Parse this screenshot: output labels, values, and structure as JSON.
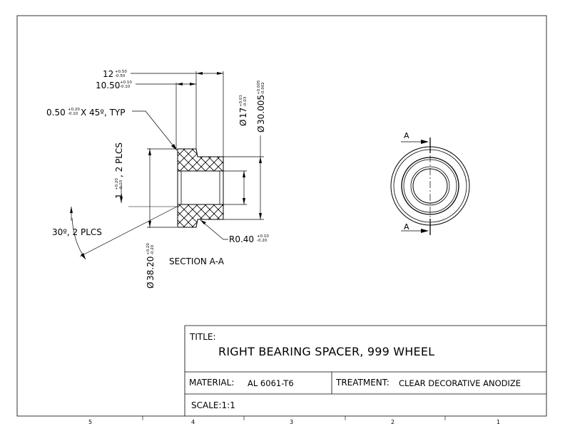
{
  "dims": {
    "len_12": "12",
    "len_12_tol_hi": "+0.50",
    "len_12_tol_lo": "-0.50",
    "len_1050": "10.50",
    "len_1050_tol_hi": "+0.10",
    "len_1050_tol_lo": "-0.10",
    "chamfer": "0.50",
    "chamfer_tol_hi": "+0.20",
    "chamfer_tol_lo": "-0.10",
    "chamfer_suffix": "X 45º, TYP",
    "step_1": "1",
    "step_1_tol_hi": "+0.20",
    "step_1_tol_lo": "-0.10",
    "step_1_suffix": ", 2 PLCS",
    "angle": "30º, 2 PLCS",
    "dia_17": "17",
    "dia_17_tol_hi": "+0.01",
    "dia_17_tol_lo": "-0.03",
    "dia_30": "30.005",
    "dia_30_tol_hi": "+0.005",
    "dia_30_tol_lo": "-0.002",
    "dia_3820": "38.20",
    "dia_3820_tol_hi": "+0.20",
    "dia_3820_tol_lo": "-0.20",
    "radius": "R0.40",
    "radius_tol_hi": "+0.10",
    "radius_tol_lo": "-0.20",
    "dia_symbol": "Ø"
  },
  "section_label": "SECTION A-A",
  "view_marker": "A",
  "title_block": {
    "title_label": "TITLE:",
    "title": "RIGHT BEARING SPACER, 999 WHEEL",
    "material_label": "MATERIAL:",
    "material": "AL 6061-T6",
    "treatment_label": "TREATMENT:",
    "treatment": "CLEAR DECORATIVE ANODIZE",
    "scale": "SCALE:1:1"
  },
  "zones": [
    "5",
    "4",
    "3",
    "2",
    "1"
  ]
}
